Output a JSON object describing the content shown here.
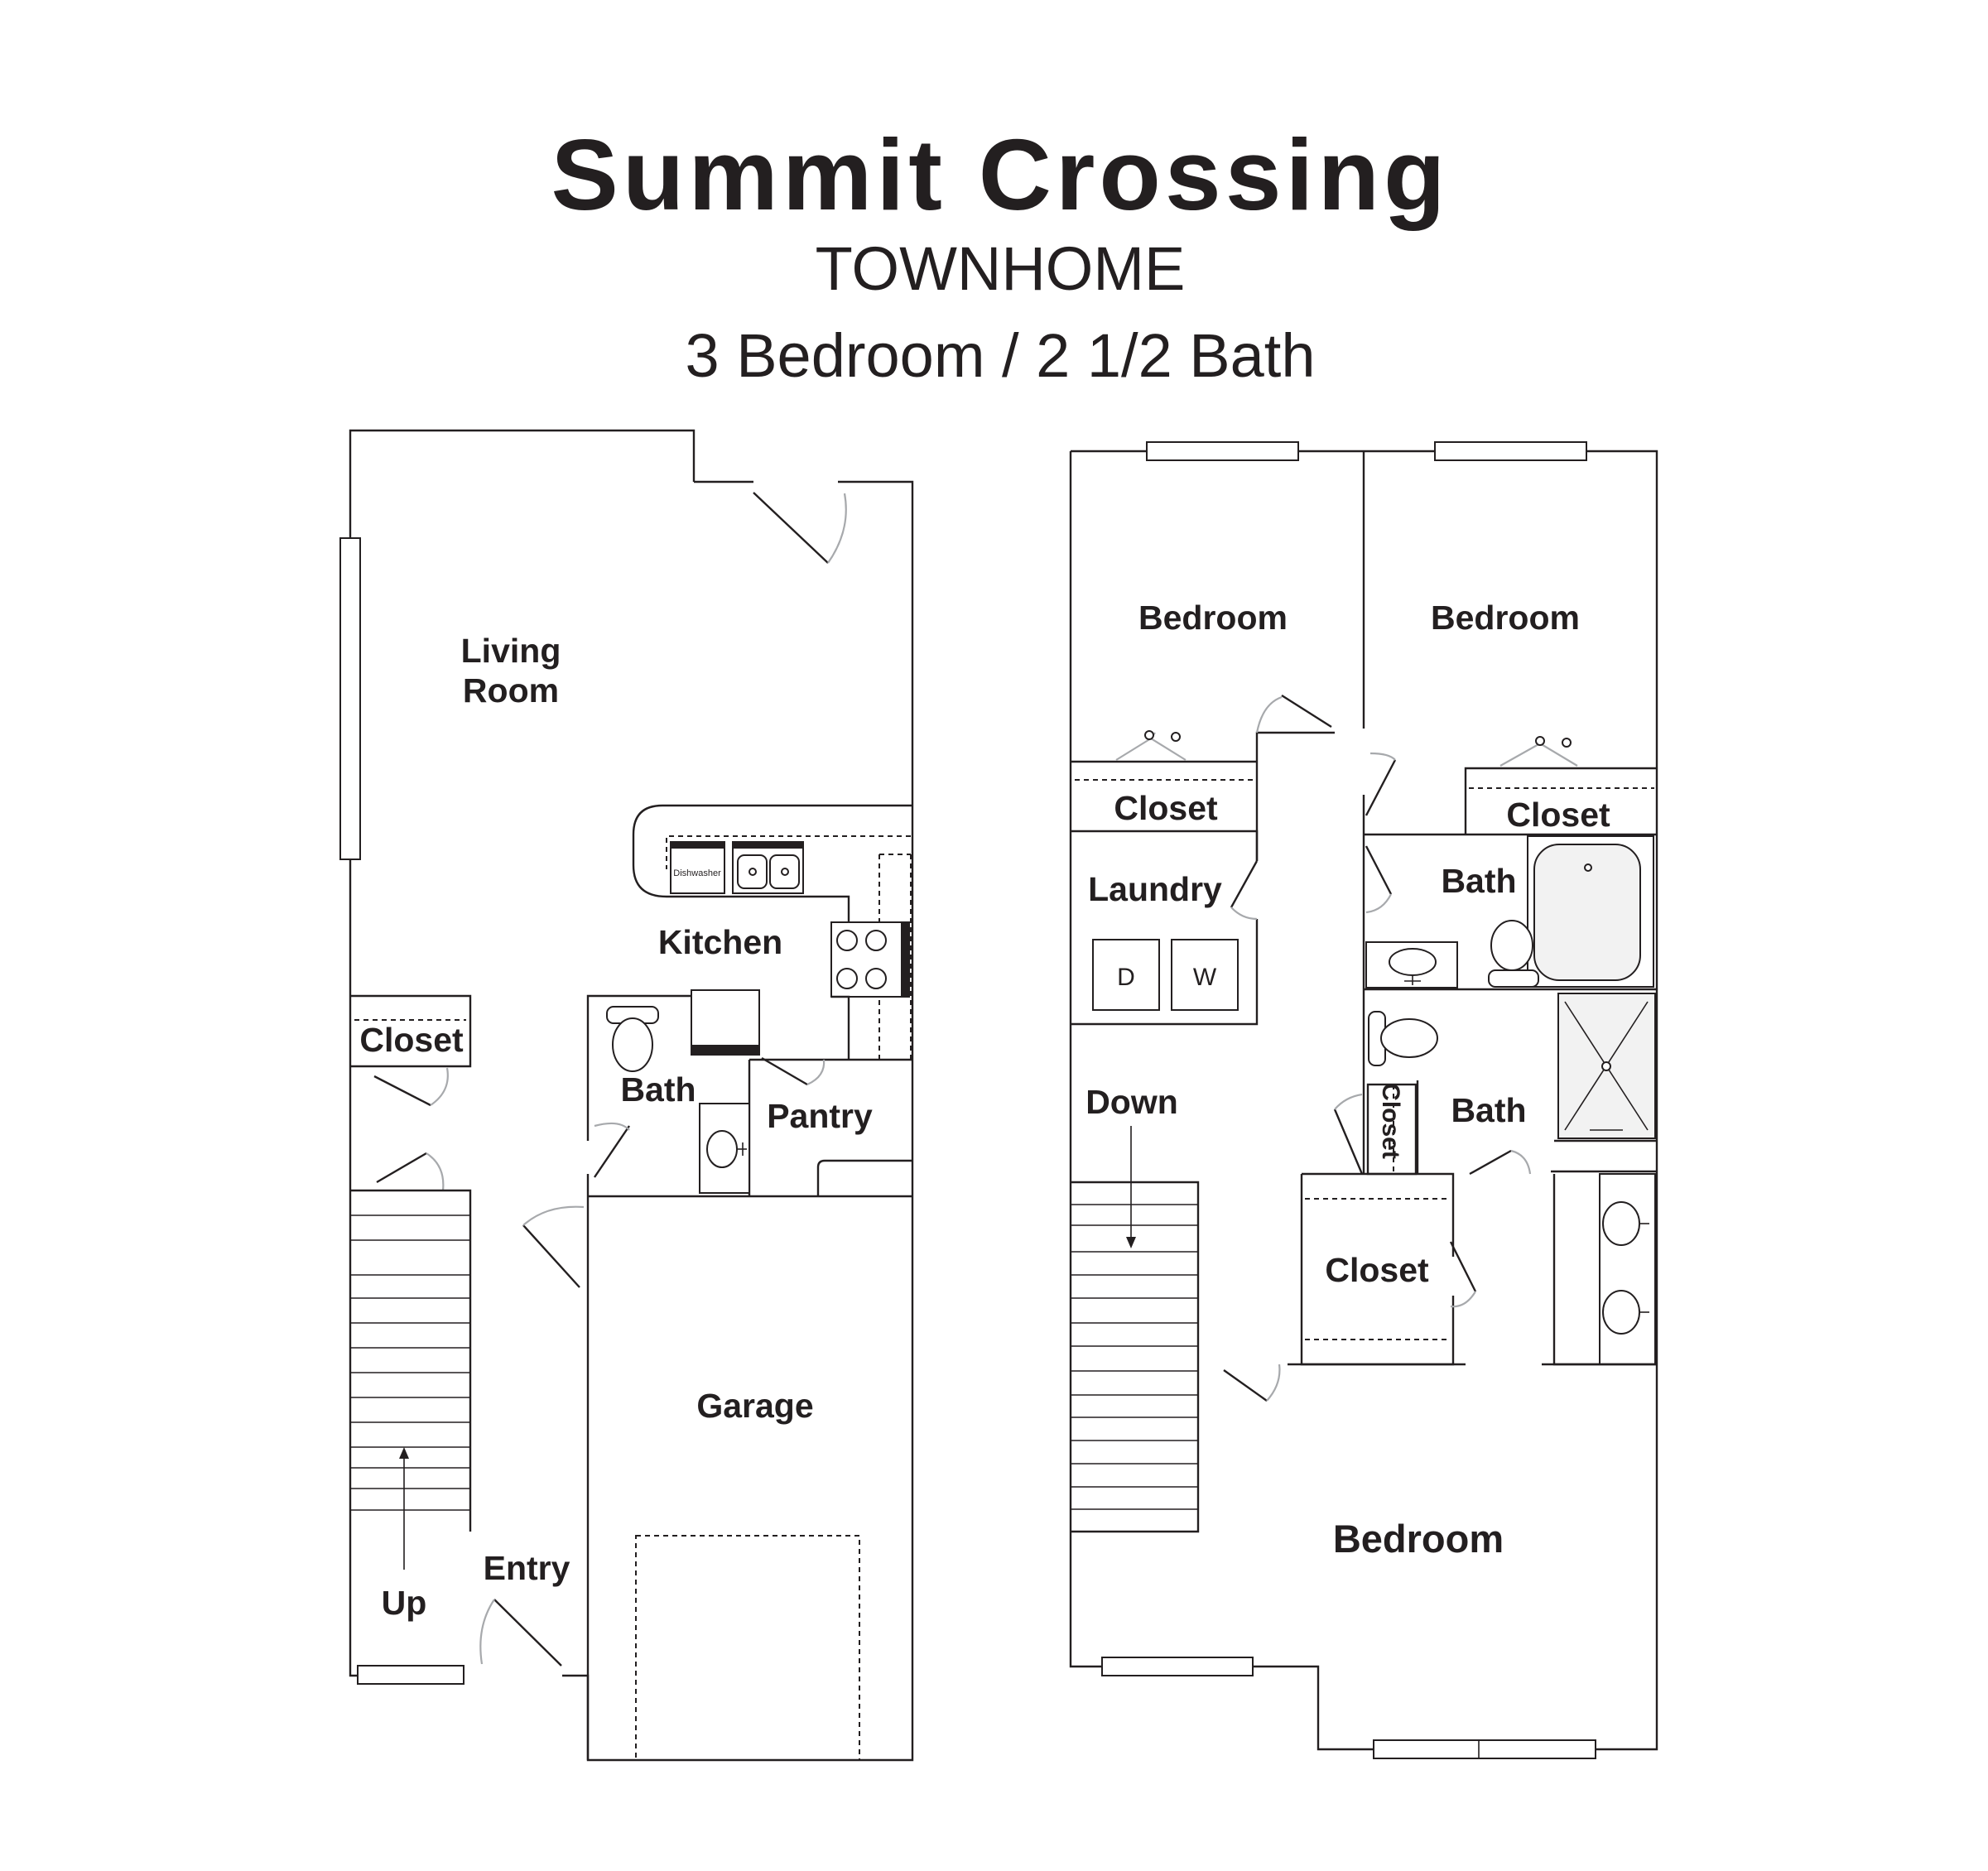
{
  "header": {
    "title": "Summit Crossing",
    "subtitle": "TOWNHOME",
    "unit_type": "3 Bedroom / 2 1/2 Bath"
  },
  "first_floor": {
    "living_room_line1": "Living",
    "living_room_line2": "Room",
    "kitchen": "Kitchen",
    "dishwasher": "Dishwasher",
    "closet": "Closet",
    "bath": "Bath",
    "pantry": "Pantry",
    "garage": "Garage",
    "entry": "Entry",
    "stairs_up": "Up"
  },
  "second_floor": {
    "bedroom_left": "Bedroom",
    "bedroom_right": "Bedroom",
    "closet_left": "Closet",
    "closet_right": "Closet",
    "laundry": "Laundry",
    "dryer": "D",
    "washer": "W",
    "bath_upper": "Bath",
    "bath_master": "Bath",
    "linen_closet": "Closet",
    "walk_in_closet": "Closet",
    "stairs_down": "Down",
    "master_bedroom": "Bedroom"
  }
}
